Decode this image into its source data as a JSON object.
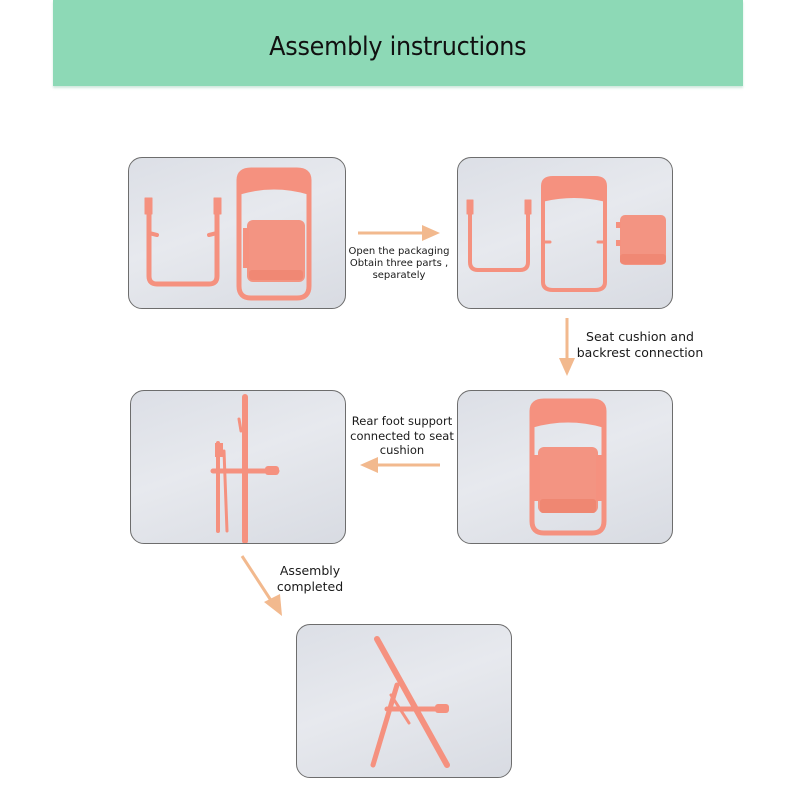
{
  "header": {
    "title": "Assembly instructions",
    "background_color": "#8dd9b6"
  },
  "colors": {
    "part_color": "#f5917f",
    "arrow_color": "#f2b98e",
    "panel_border": "#6d6d6d",
    "panel_background": "#e2e5eb"
  },
  "steps": [
    {
      "index": 1,
      "photo": "folded chair with separate rear leg frame",
      "caption_lines": []
    },
    {
      "index": 2,
      "photo": "three separate parts: rear leg frame, backrest frame, seat cushion",
      "caption_lines": []
    },
    {
      "index": 3,
      "photo": "seat cushion attached to backrest frame",
      "caption_lines": []
    },
    {
      "index": 4,
      "photo": "side view with rear foot support attached",
      "caption_lines": []
    },
    {
      "index": 5,
      "photo": "assembled folding chair stand, side view",
      "caption_lines": []
    }
  ],
  "transitions": [
    {
      "from": 1,
      "to": 2,
      "direction": "right",
      "line1": "Open the packaging",
      "line2": "Obtain three parts ,",
      "line3": "separately"
    },
    {
      "from": 2,
      "to": 3,
      "direction": "down",
      "line1": "Seat cushion and",
      "line2": "backrest connection"
    },
    {
      "from": 3,
      "to": 4,
      "direction": "left",
      "line1": "Rear foot support",
      "line2": "connected to seat",
      "line3": "cushion"
    },
    {
      "from": 4,
      "to": 5,
      "direction": "down-right",
      "line1": "Assembly",
      "line2": "completed"
    }
  ]
}
